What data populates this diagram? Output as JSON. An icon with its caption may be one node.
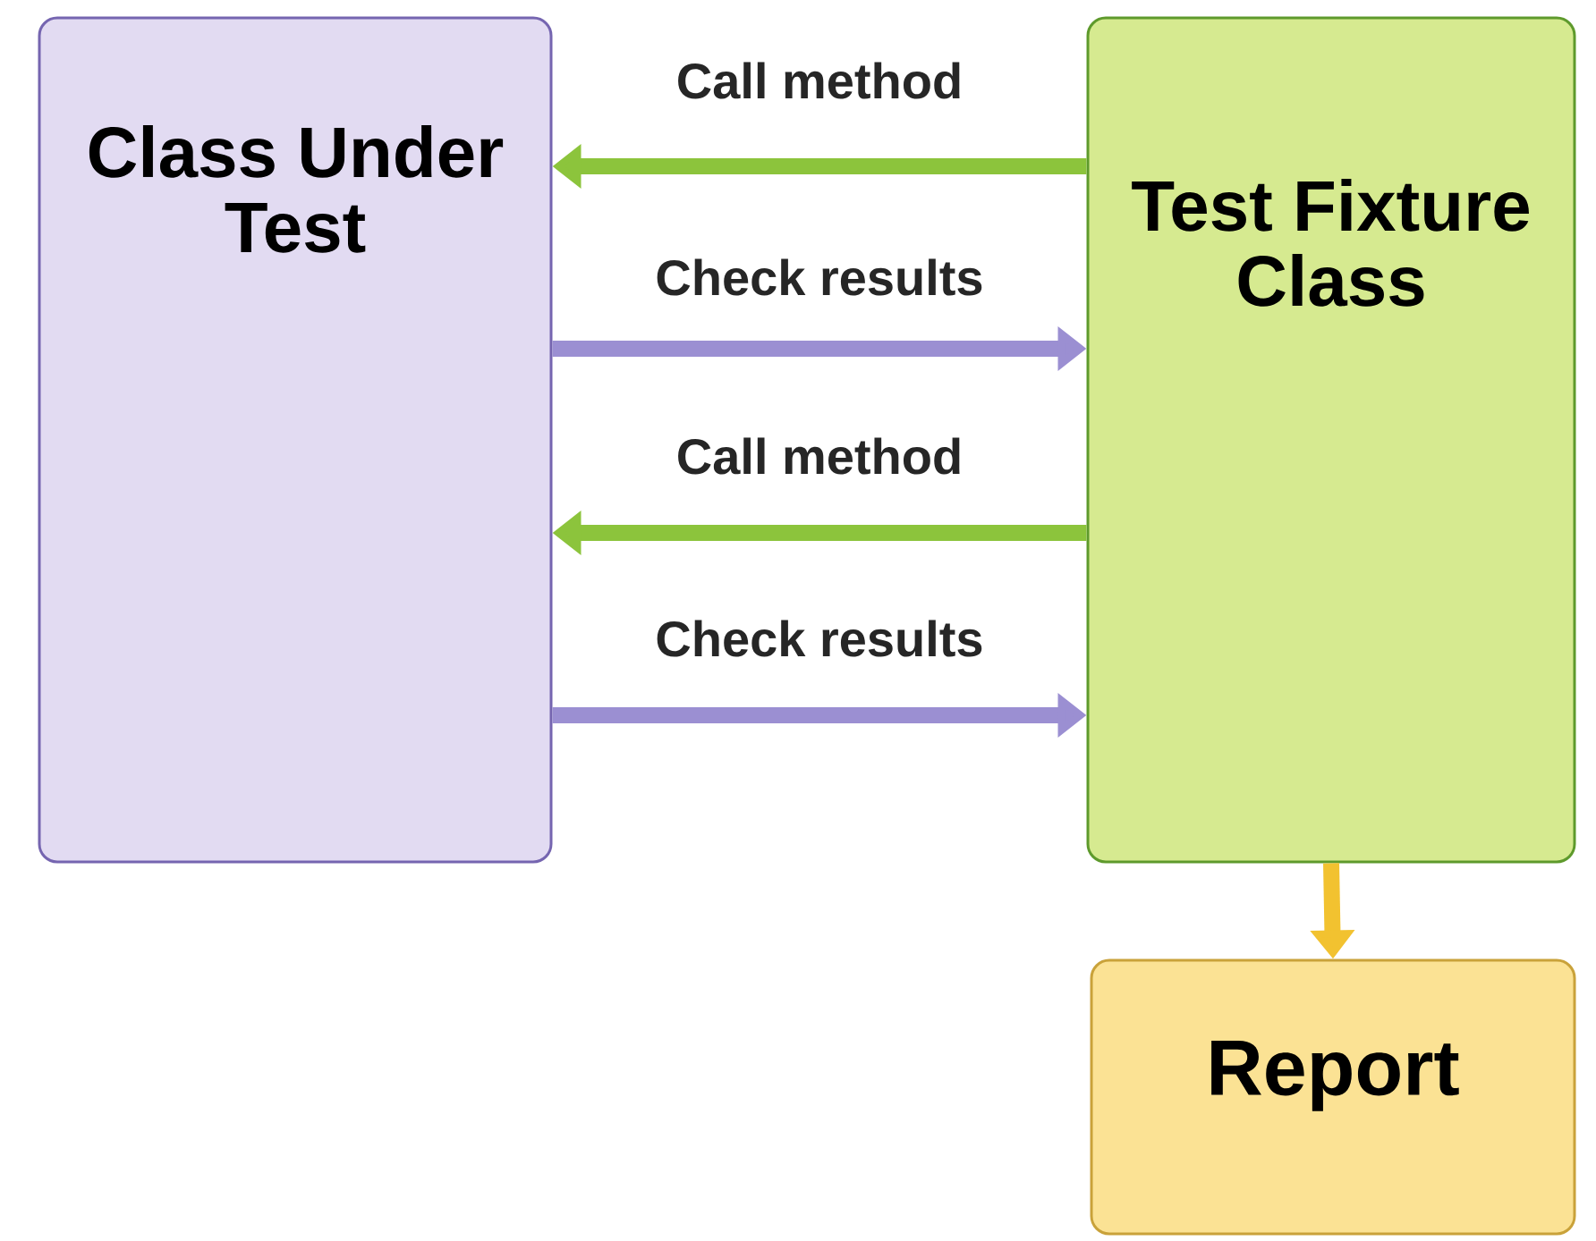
{
  "diagram": {
    "nodes": [
      {
        "text": [
          "Class Under Test"
        ]
      },
      {
        "text": [
          "Test Fixture Class"
        ]
      },
      {
        "text": [
          "Report"
        ]
      }
    ],
    "edges": [
      {
        "from": 1,
        "to": 0,
        "arrow": "to",
        "label": "Call method",
        "color": "#8cc43c"
      },
      {
        "from": 0,
        "to": 1,
        "arrow": "to",
        "label": "Check results",
        "color": "#9b8fd2"
      },
      {
        "from": 1,
        "to": 0,
        "arrow": "to",
        "label": "Call method",
        "color": "#8cc43c"
      },
      {
        "from": 0,
        "to": 1,
        "arrow": "to",
        "label": "Check results",
        "color": "#9b8fd2"
      },
      {
        "from": 1,
        "to": 2,
        "arrow": "to",
        "color": "#f2c230"
      }
    ]
  }
}
